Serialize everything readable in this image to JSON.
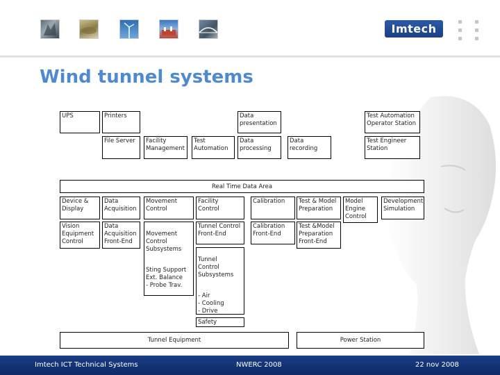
{
  "title": "Wind tunnel systems",
  "logo_text": "Imtech",
  "footer": {
    "left": "Imtech ICT Technical Systems",
    "center": "NWERC 2008",
    "right": "22 nov 2008"
  },
  "diagram": {
    "ups": "UPS",
    "printers": "Printers",
    "data_presentation": "Data\npresentation",
    "test_automation_operator_station": "Test Automation\nOperator Station",
    "file_server": "File Server",
    "facility_management": "Facility\nManagement",
    "test_automation": "Test\nAutomation",
    "data_processing": "Data\nprocessing",
    "data_recording": "Data\nrecording",
    "test_engineer_station": "Test Engineer\nStation",
    "real_time_data_area": "Real Time Data Area",
    "device_display": "Device &\nDisplay",
    "data_acquisition": "Data\nAcquisition",
    "movement_control": "Movement\nControl",
    "facility_control": "Facility\nControl",
    "calibration": "Calibration",
    "test_model_preparation": "Test & Model\nPreparation",
    "model_engine_control": "Model\nEngine\nControl",
    "development_simulation": "Development\nSimulation",
    "vision_equipment_control": "Vision\nEquipment\nControl",
    "data_acquisition_front_end": "Data\nAcquisition\nFront-End",
    "movement_control_subsystems": "Movement\nControl\nSubsystems",
    "movement_control_items": "Sting Support\nExt. Balance\n- Probe Trav.",
    "tunnel_control_front_end": "Tunnel Control\nFront-End",
    "calibration_front_end": "Calibration\nFront-End",
    "test_model_preparation_front_end": "Test &Model\nPreparation\nFront-End",
    "tunnel_control_subsystems": "Tunnel\nControl\nSubsystems",
    "tunnel_control_items": "- Air\n- Cooling\n- Drive\n- Auxiliary",
    "safety": "Safety",
    "tunnel_equipment": "Tunnel Equipment",
    "power_station": "Power Station"
  }
}
